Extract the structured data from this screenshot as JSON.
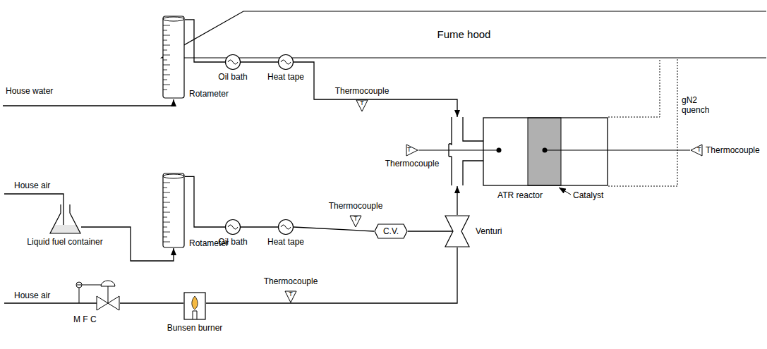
{
  "diagram": {
    "nodes": [
      {
        "text": [
          "Fume hood"
        ]
      },
      {
        "text": [
          "Liquid fuel container"
        ]
      },
      {
        "text": [
          "Rotameter"
        ]
      },
      {
        "text": [
          "Oil bath"
        ]
      },
      {
        "text": [
          "Heat tape"
        ]
      },
      {
        "text": [
          "T",
          "Thermocouple"
        ]
      },
      {
        "text": [
          "Rotameter"
        ]
      },
      {
        "text": [
          "Oil bath"
        ]
      },
      {
        "text": [
          "Heat tape"
        ]
      },
      {
        "text": [
          "T",
          "Thermocouple"
        ]
      },
      {
        "text": [
          "C.V."
        ]
      },
      {
        "text": [
          "Venturi"
        ]
      },
      {
        "text": [
          "T",
          "Thermocouple"
        ]
      },
      {
        "text": [
          "ATR reactor"
        ]
      },
      {
        "text": [
          "T",
          "Thermocouple"
        ]
      },
      {
        "text": [
          "M F C"
        ]
      },
      {
        "text": [
          "Bunsen burner"
        ]
      },
      {
        "text": [
          "T",
          "Thermocouple"
        ]
      }
    ],
    "edges": [
      {
        "from": 2,
        "to": 3,
        "arrow": "none"
      },
      {
        "from": 3,
        "to": 4,
        "arrow": "none"
      },
      {
        "from": 4,
        "to": 13,
        "arrow": "to"
      },
      {
        "from": 1,
        "to": 6,
        "arrow": "to"
      },
      {
        "from": 6,
        "to": 7,
        "arrow": "none"
      },
      {
        "from": 7,
        "to": 8,
        "arrow": "none"
      },
      {
        "from": 8,
        "to": 10,
        "arrow": "none"
      },
      {
        "from": 10,
        "to": 11,
        "arrow": "none"
      },
      {
        "from": 11,
        "to": 13,
        "arrow": "to"
      },
      {
        "from": 15,
        "to": 16,
        "arrow": "none"
      },
      {
        "from": 16,
        "to": 11,
        "arrow": "none"
      },
      {
        "from": 13,
        "to": 0,
        "arrow": "none"
      },
      {
        "from": 13,
        "to": 0,
        "arrow": "none"
      }
    ],
    "labels": [
      "House water",
      "House air",
      "House air",
      "gN2 quench",
      "Catalyst"
    ]
  }
}
